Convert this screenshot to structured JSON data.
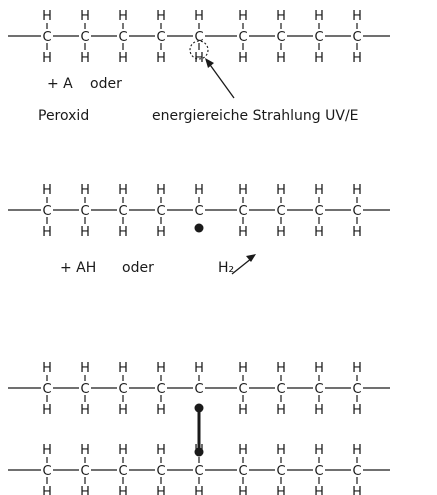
{
  "atoms": {
    "carbon": "C",
    "hydrogen": "H"
  },
  "diagram": {
    "step1": {
      "reagent": "+ A",
      "conj": "oder",
      "agent1": "Peroxid",
      "agent2": "energiereiche Strahlung UV/E"
    },
    "step2": {
      "reagent": "+ AH",
      "conj": "oder",
      "product": "H₂"
    }
  },
  "colors": {
    "ink": "#1a1a1a",
    "background": "#ffffff"
  }
}
